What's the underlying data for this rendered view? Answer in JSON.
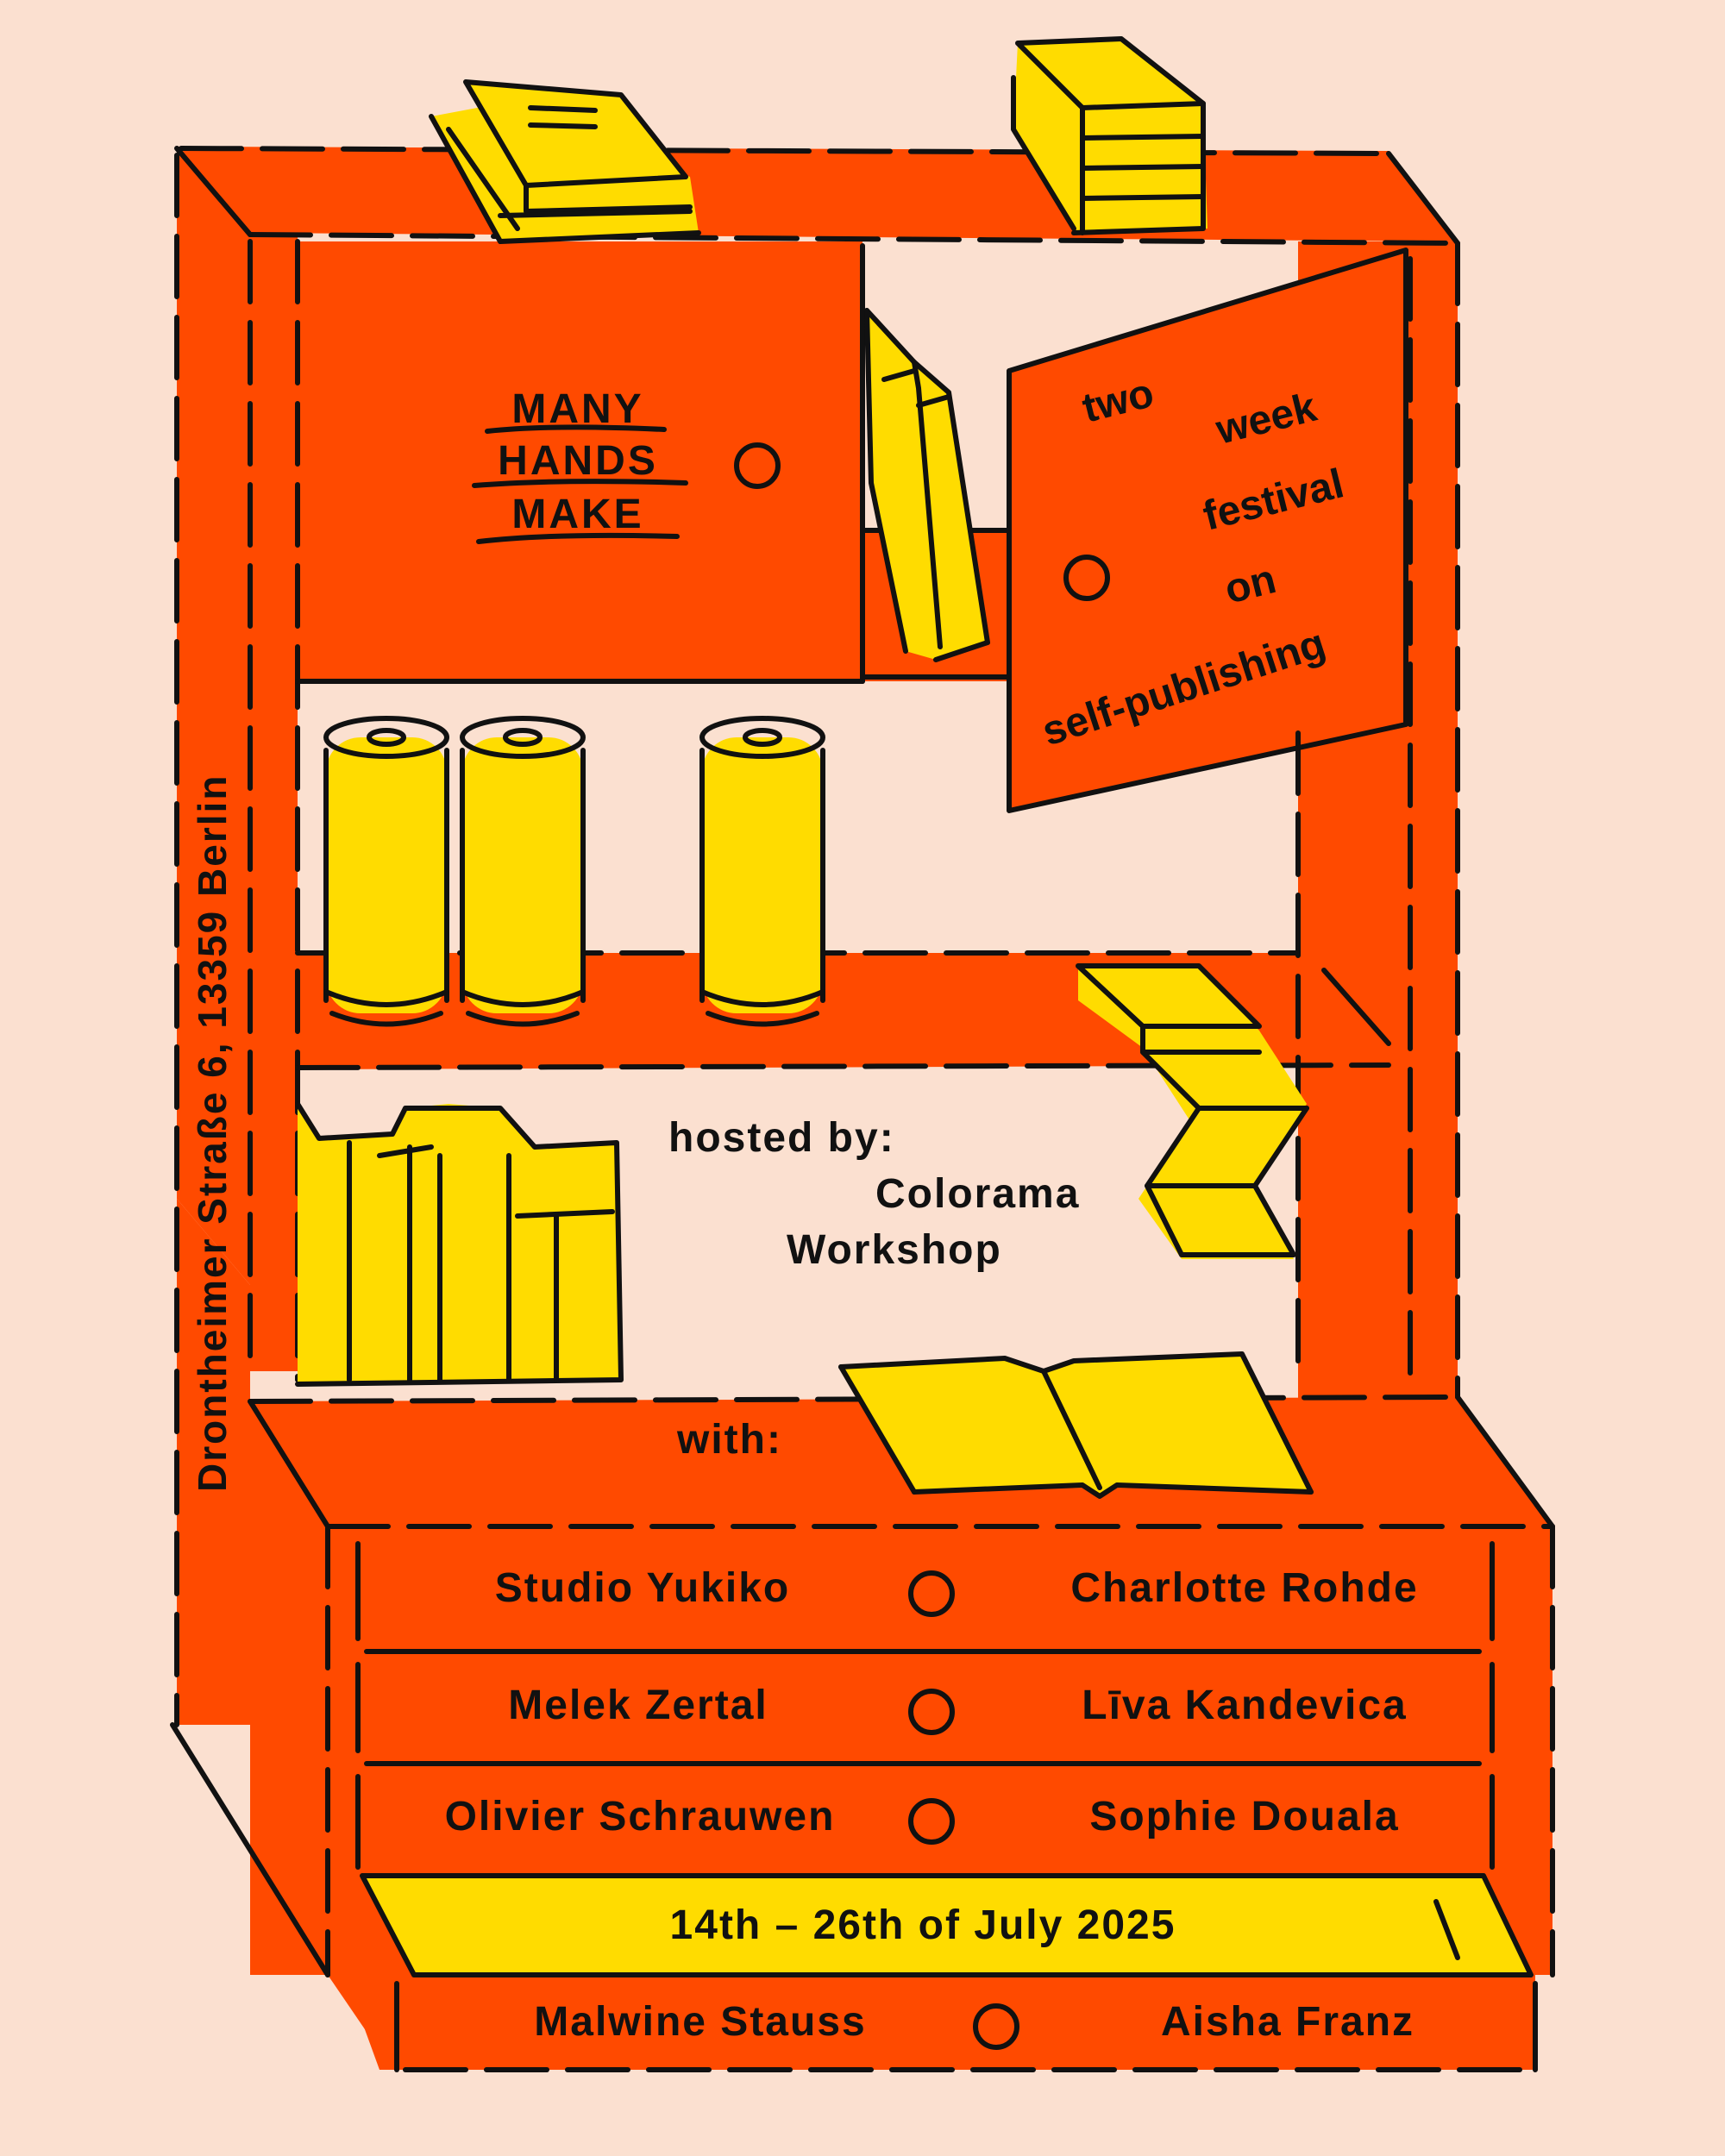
{
  "title_lines": [
    "MANY",
    "HANDS",
    "MAKE"
  ],
  "door_words": [
    "two",
    "week",
    "festival",
    "on",
    "self-publishing"
  ],
  "address": "Drontheimer Straße 6, 13359 Berlin",
  "hosted_label": "hosted by:",
  "host_lines": [
    "Colorama",
    "Workshop"
  ],
  "with_label": "with:",
  "participants": [
    {
      "left": "Studio Yukiko",
      "right": "Charlotte Rohde"
    },
    {
      "left": "Melek Zertal",
      "right": "Līva Kandevica"
    },
    {
      "left": "Olivier Schrauwen",
      "right": "Sophie Douala"
    }
  ],
  "dates": "14th – 26th of July 2025",
  "bottom_participants": {
    "left": "Malwine Stauss",
    "right": "Aisha Franz"
  },
  "colors": {
    "background": "#fbe0d0",
    "shelf": "#ff4a00",
    "accent": "#ffdc00",
    "ink": "#111111"
  }
}
